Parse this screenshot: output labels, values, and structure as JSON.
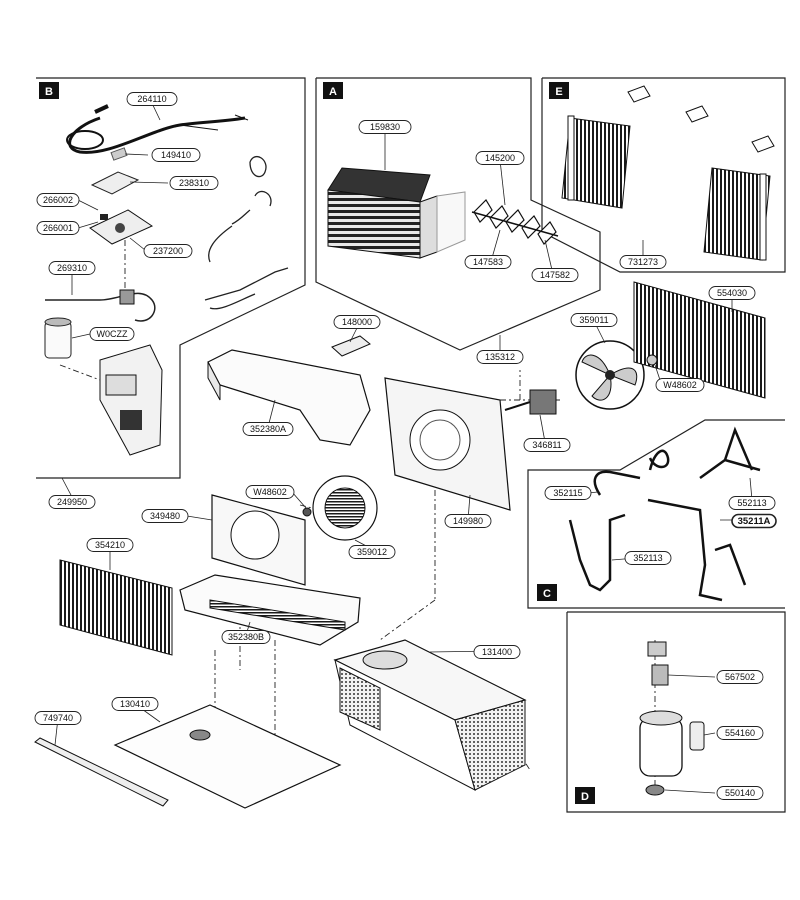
{
  "sections": {
    "a": "A",
    "b": "B",
    "c": "C",
    "d": "D",
    "e": "E"
  },
  "parts": {
    "p264110": "264110",
    "p149410": "149410",
    "p238310": "238310",
    "p266002": "266002",
    "p266001": "266001",
    "p237200": "237200",
    "p269310": "269310",
    "pW0CZZ": "W0CZZ",
    "p249950": "249950",
    "p159830": "159830",
    "p145200": "145200",
    "p147583": "147583",
    "p147582": "147582",
    "p135312": "135312",
    "p731273": "731273",
    "p554030": "554030",
    "p148000": "148000",
    "p359011": "359011",
    "pW48602a": "W48602",
    "p352380A": "352380A",
    "p346811": "346811",
    "p352115": "352115",
    "p552113": "552113",
    "p35211A": "35211A",
    "p352113": "352113",
    "pW48602b": "W48602",
    "p349480": "349480",
    "p149980": "149980",
    "p359012": "359012",
    "p354210": "354210",
    "p352380B": "352380B",
    "p131400": "131400",
    "p567502": "567502",
    "p749740": "749740",
    "p130410": "130410",
    "p554160": "554160",
    "p550140": "550140"
  }
}
